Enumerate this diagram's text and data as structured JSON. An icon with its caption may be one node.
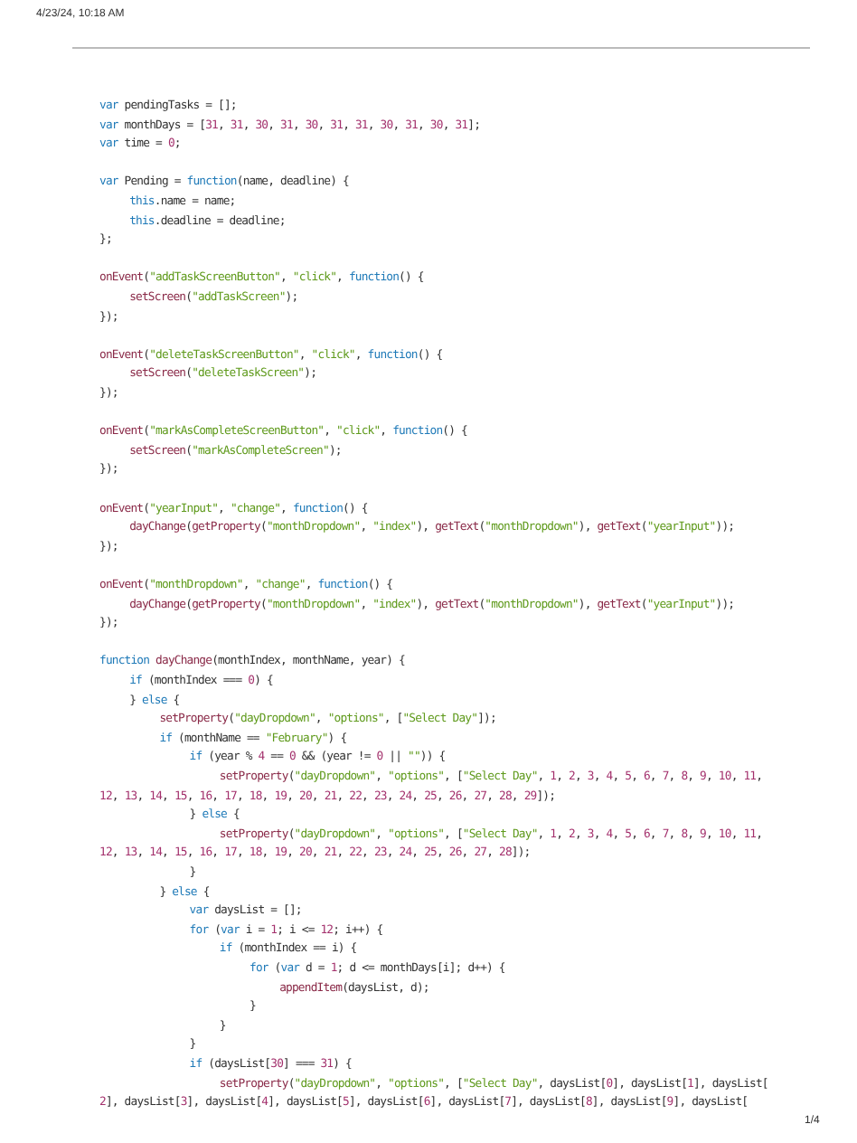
{
  "diagram": {
    "labels": [
      "4/23/24, 10:18 AM",
      "var pendingTasks = [];",
      "var monthDays = [31, 31, 30, 31, 30, 31, 31, 30, 31, 30, 31];",
      "var time = 0;",
      "var Pending = function(name, deadline) {",
      "this.name = name;",
      "this.deadline = deadline;",
      "};",
      "onEvent(\"addTaskScreenButton\", \"click\", function() {",
      "setScreen(\"addTaskScreen\");",
      "});",
      "onEvent(\"deleteTaskScreenButton\", \"click\", function() {",
      "setScreen(\"deleteTaskScreen\");",
      "});",
      "onEvent(\"markAsCompleteScreenButton\", \"click\", function() {",
      "setScreen(\"markAsCompleteScreen\");",
      "});",
      "onEvent(\"yearInput\", \"change\", function() {",
      "dayChange(getProperty(\"monthDropdown\", \"index\"), getText(\"monthDropdown\"), getText(\"yearInput\"));",
      "});",
      "onEvent(\"monthDropdown\", \"change\", function() {",
      "dayChange(getProperty(\"monthDropdown\", \"index\"), getText(\"monthDropdown\"), getText(\"yearInput\"));",
      "});",
      "function dayChange(monthIndex, monthName, year) {",
      "if (monthIndex === 0) {",
      "} else {",
      "setProperty(\"dayDropdown\", \"options\", [\"Select Day\"]);",
      "if (monthName == \"February\") {",
      "if (year % 4 == 0 && (year != 0 || \"\")) {",
      "setProperty(\"dayDropdown\", \"options\", [\"Select Day\", 1, 2, 3, 4, 5, 6, 7, 8, 9, 10, 11,",
      "12, 13, 14, 15, 16, 17, 18, 19, 20, 21, 22, 23, 24, 25, 26, 27, 28, 29]);",
      "} else {",
      "setProperty(\"dayDropdown\", \"options\", [\"Select Day\", 1, 2, 3, 4, 5, 6, 7, 8, 9, 10, 11,",
      "12, 13, 14, 15, 16, 17, 18, 19, 20, 21, 22, 23, 24, 25, 26, 27, 28]);",
      "}",
      "} else {",
      "var daysList = [];",
      "for (var i = 1; i <= 12; i++) {",
      "if (monthIndex == i) {",
      "for (var d = 1; d <= monthDays[i]; d++) {",
      "appendItem(daysList, d);",
      "}",
      "}",
      "}",
      "if (daysList[30] === 31) {",
      "setProperty(\"dayDropdown\", \"options\", [\"Select Day\", daysList[0], daysList[1], daysList[",
      "2], daysList[3], daysList[4], daysList[5], daysList[6], daysList[7], daysList[8], daysList[9], daysList[",
      "1/4"
    ]
  }
}
